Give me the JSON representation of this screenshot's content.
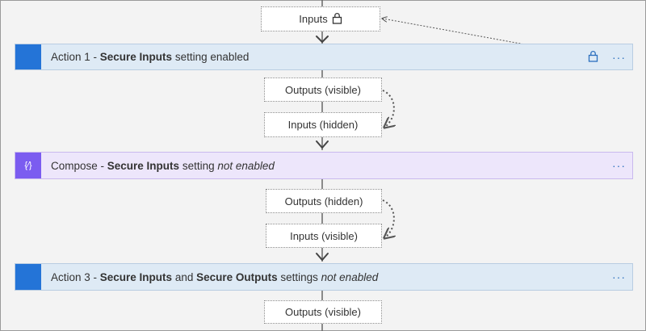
{
  "flow": {
    "step1_inputs_pill": {
      "label": "Inputs"
    },
    "action1": {
      "prefix": "Action 1 - ",
      "bold1": "Secure Inputs",
      "suffix": " setting enabled",
      "more": "···"
    },
    "action1_outputs_pill": {
      "label": "Outputs (visible)"
    },
    "compose_inputs_pill": {
      "label": "Inputs (hidden)"
    },
    "compose": {
      "icon_text": "{∕}",
      "prefix": "Compose - ",
      "bold1": "Secure Inputs",
      "mid": " setting ",
      "italic": "not enabled",
      "more": "···"
    },
    "compose_outputs_pill": {
      "label": "Outputs (hidden)"
    },
    "action3_inputs_pill": {
      "label": "Inputs (visible)"
    },
    "action3": {
      "prefix": "Action 3 - ",
      "bold1": "Secure Inputs",
      "and": " and ",
      "bold2": "Secure Outputs",
      "mid": " settings ",
      "italic": "not enabled",
      "more": "···"
    },
    "action3_outputs_pill": {
      "label": "Outputs (visible)"
    }
  },
  "colors": {
    "action_accent": "#2474d7",
    "compose_accent": "#7b5cf0",
    "action_bg": "#deeaf5",
    "compose_bg": "#ede6fb",
    "icon_blue": "#2b6fbe"
  },
  "icons": [
    "lock-icon",
    "compose-icon",
    "more-options-icon",
    "arrow-down-icon"
  ]
}
